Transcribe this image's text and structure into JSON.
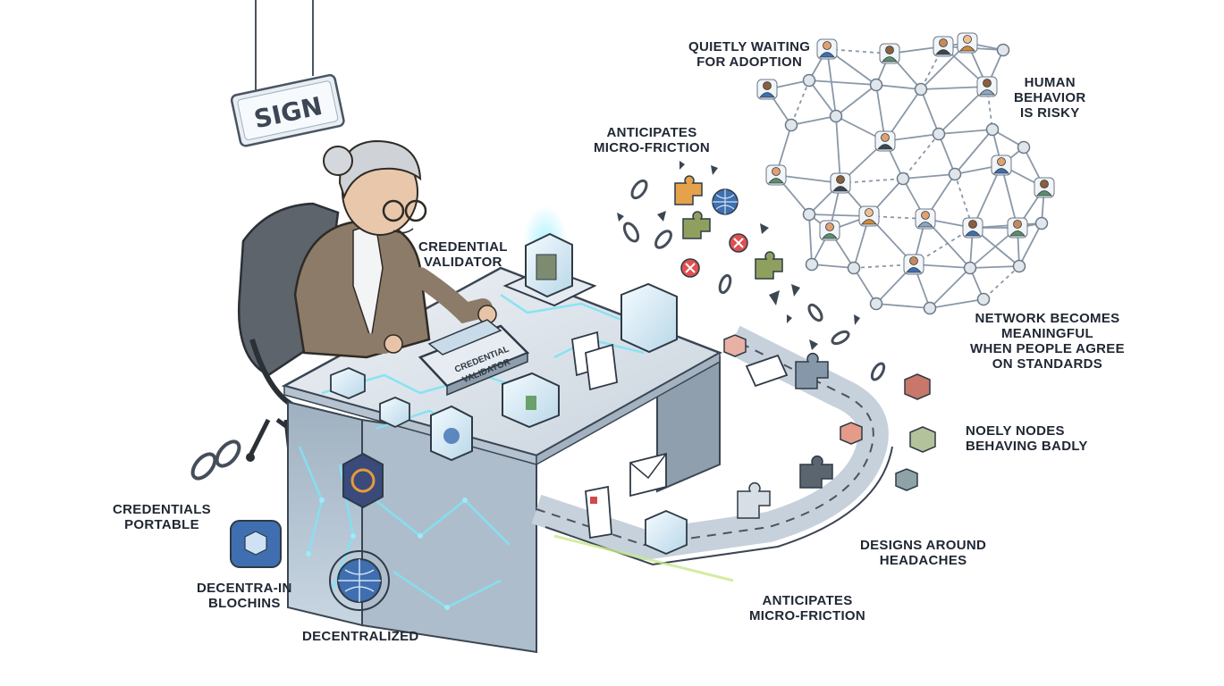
{
  "sign": {
    "text": "SIGN"
  },
  "device": {
    "line1": "CREDENTIAL",
    "line2": "VALIDATOR"
  },
  "labels": {
    "credential_validator": [
      "CREDENTIAL",
      "VALIDATOR"
    ],
    "anticipates_top": [
      "ANTICIPATES",
      "MICRO-FRICTION"
    ],
    "quietly_waiting": [
      "QUIETLY WAITING",
      "FOR ADOPTION"
    ],
    "human_behavior": [
      "HUMAN",
      "BEHAVIOR",
      "IS RISKY"
    ],
    "network_meaningful": [
      "NETWORK BECOMES",
      "MEANINGFUL",
      "WHEN PEOPLE AGREE",
      "ON STANDARDS"
    ],
    "noisy_nodes": [
      "NOELY NODES",
      "BEHAVING BADLY"
    ],
    "designs_around": [
      "DESIGNS AROUND",
      "HEADACHES"
    ],
    "anticipates_bottom": [
      "ANTICIPATES",
      "MICRO-FRICTION"
    ],
    "credentials_portable": [
      "CREDENTIALS",
      "PORTABLE"
    ],
    "decentra_blochins": [
      "DECENTRA-IN",
      "BLOCHINS"
    ],
    "decentralized": [
      "DECENTRALIZED"
    ]
  },
  "icons": [
    "sign-icon",
    "elder-woman-figure",
    "office-chair-icon",
    "validator-tablet-icon",
    "glass-cube-icon",
    "chain-link-icon",
    "puzzle-piece-icon",
    "globe-icon",
    "error-x-icon",
    "document-icon",
    "envelope-icon",
    "person-node-icon",
    "hexagon-chain-icon",
    "cube-badge-icon"
  ],
  "colors": {
    "ink": "#1f2733",
    "glow": "#7fe3f5",
    "glass": "#cfe6f2",
    "desk": "#d7dee6",
    "network": "#8a98a8",
    "error": "#e05050",
    "accent_blue": "#3f6fb0"
  }
}
